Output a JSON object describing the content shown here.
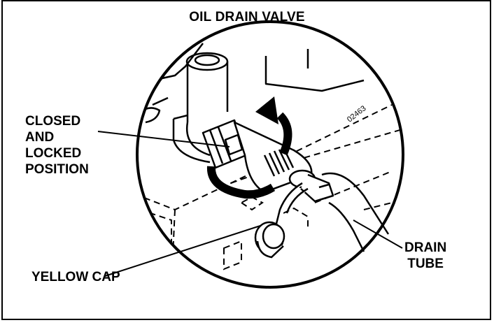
{
  "title": "OIL DRAIN VALVE",
  "labels": {
    "closed_position": "CLOSED\nAND\nLOCKED\nPOSITION",
    "yellow_cap": "YELLOW CAP",
    "drain_tube": "DRAIN\nTUBE"
  },
  "part_number": "02463",
  "colors": {
    "line": "#000000",
    "background": "#ffffff"
  }
}
